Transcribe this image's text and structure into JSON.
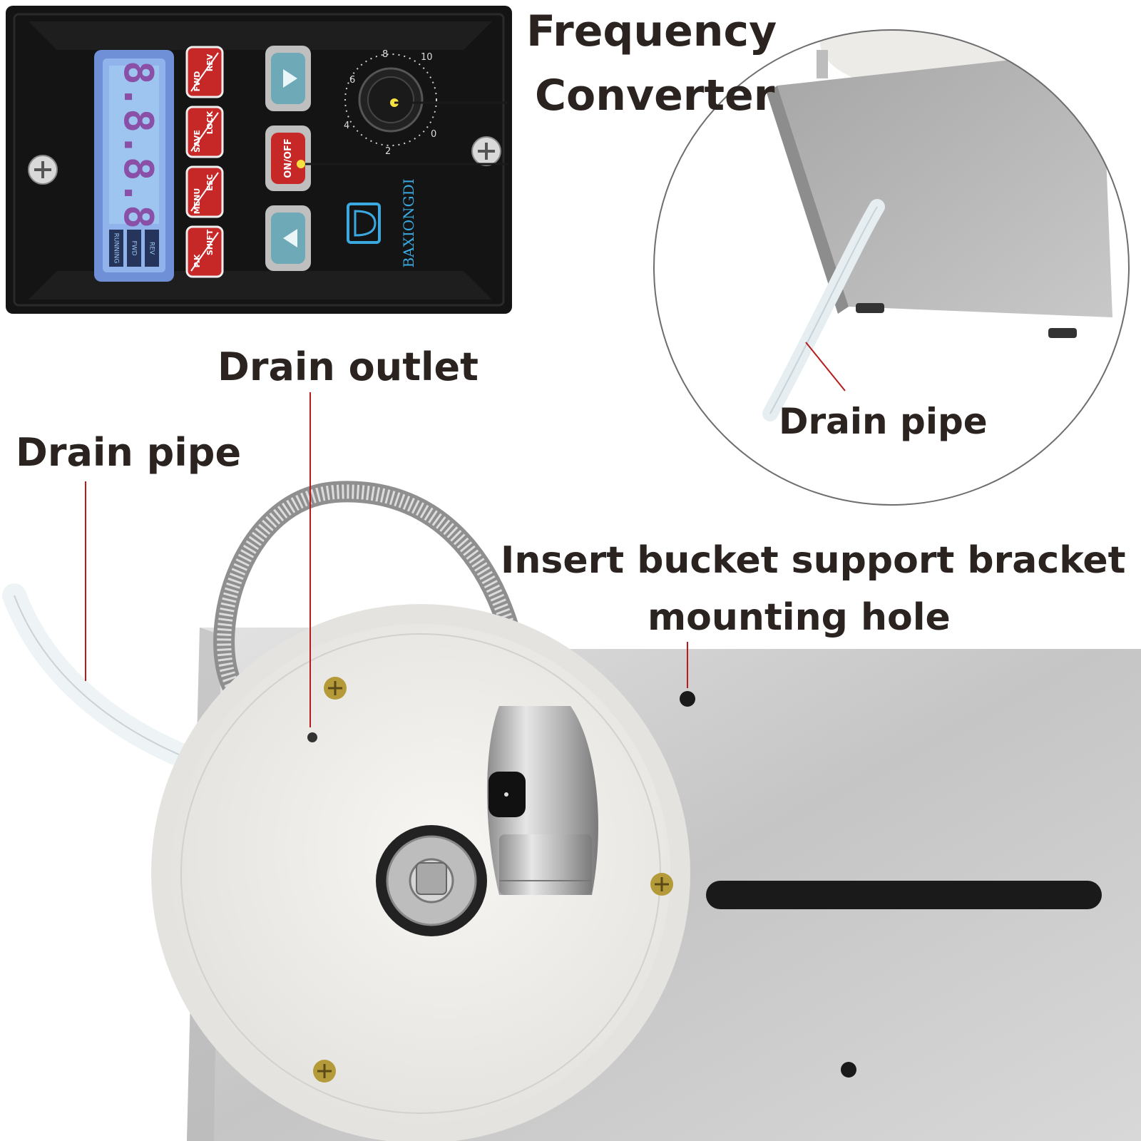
{
  "labels": {
    "frequency_converter": [
      "Frequency",
      "Converter"
    ],
    "drain_outlet": "Drain outlet",
    "drain_pipe_left": "Drain pipe",
    "drain_pipe_inset": "Drain pipe",
    "bracket_hole": [
      "Insert bucket support bracket",
      "mounting hole"
    ]
  },
  "control_panel": {
    "display_digits": "8.8.8.8",
    "display_indicators": [
      "RUNNING",
      "FWD",
      "REV"
    ],
    "buttons": [
      {
        "top": "FWD",
        "bottom": "REV"
      },
      {
        "top": "SAVE",
        "bottom": "LOCK"
      },
      {
        "top": "MENU",
        "bottom": "ESC"
      },
      {
        "top": "P.K",
        "bottom": "SHIFT"
      }
    ],
    "onoff_label": "ON/OFF",
    "dial_scale": [
      "0",
      "2",
      "4",
      "6",
      "8",
      "10"
    ],
    "brand": "BAXIONGDI"
  },
  "colors": {
    "label_text": "#2b2320",
    "leader_line": "#b71c1c",
    "panel": "#141414",
    "display_frame": "#6f8fd6",
    "display_digits": "#8a4fa6",
    "panel_button_red": "#c62828",
    "panel_button_teal": "#6ea9b8",
    "brand_blue": "#3aa9e0",
    "steel": "#c9c9c9",
    "bowl": "#f2f1ee"
  },
  "icons": {
    "down_arrow": "triangle-down-icon",
    "up_arrow": "triangle-up-icon",
    "screw": "phillips-screw-icon"
  }
}
